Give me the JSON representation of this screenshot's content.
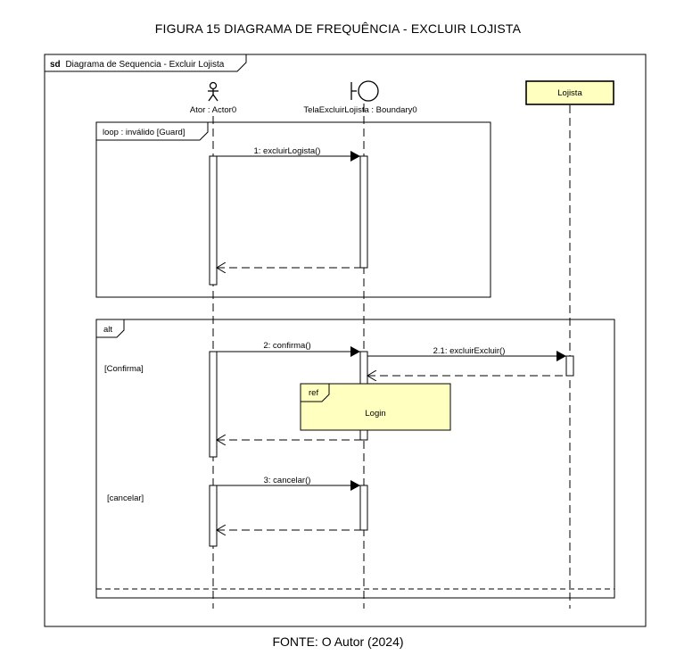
{
  "figure_title": "FIGURA 15 DIAGRAMA DE FREQUÊNCIA - EXCLUIR LOJISTA",
  "figure_source": "FONTE: O Autor (2024)",
  "diagram": {
    "frame_keyword": "sd",
    "frame_name": "Diagrama de Sequencia - Excluir Lojista",
    "participants": {
      "actor": "Ator : Actor0",
      "boundary": "TelaExcluirLojista : Boundary0",
      "entity": "Lojista"
    },
    "fragments": {
      "loop_label": "loop : inválido  [Guard]",
      "alt_label": "alt",
      "guard_confirma": "[Confirma]",
      "guard_cancelar": "[cancelar]",
      "ref_keyword": "ref",
      "ref_name": "Login"
    },
    "messages": {
      "m1": "1: excluirLogista()",
      "m2": "2: confirma()",
      "m21": "2.1: excluirExcluir()",
      "m3": "3: cancelar()"
    },
    "colors": {
      "participant_fill": "#ffffc0",
      "ref_fill": "#ffffc0",
      "line": "#000000"
    }
  }
}
